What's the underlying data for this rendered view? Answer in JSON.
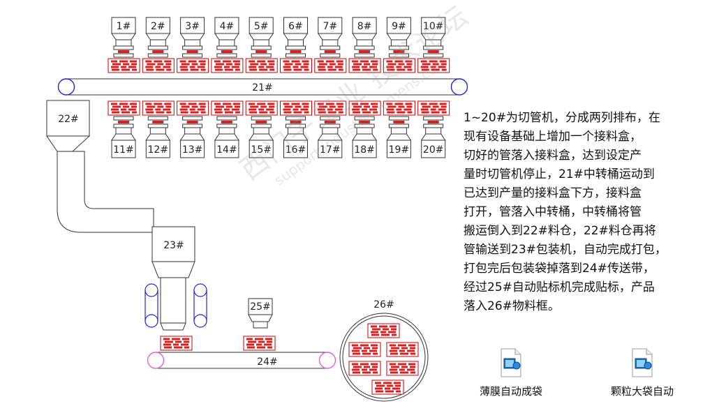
{
  "cutters_top": [
    "1#",
    "2#",
    "3#",
    "4#",
    "5#",
    "6#",
    "7#",
    "8#",
    "9#",
    "10#"
  ],
  "cutters_bottom": [
    "11#",
    "12#",
    "13#",
    "14#",
    "15#",
    "16#",
    "17#",
    "18#",
    "19#",
    "20#"
  ],
  "conveyor21_label": "21#",
  "hopper22_label": "22#",
  "packer23_label": "23#",
  "conveyor24_label": "24#",
  "labeler25_label": "25#",
  "bin26_label": "26#",
  "description": [
    "1~20#为切管机，分成两列排布，在",
    "现有设备基础上增加一个接料盒，",
    "切好的管落入接料盒，达到设定产",
    "量时切管机停止，21#中转桶运动到",
    "已达到产量的接料盒下方，接料盒",
    "打开，管落入中转桶，中转桶将管",
    "搬运倒入到22#料仓，22#料仓再将",
    "管输送到23#包装机，自动完成打包，",
    "打包完后包装袋掉落到24#传送带，",
    "经过25#自动贴标机完成贴标，产品",
    "落入26#物料框。"
  ],
  "files": [
    {
      "label": "薄膜自动成袋",
      "icon": "video-file-icon"
    },
    {
      "label": "颗粒大袋自动",
      "icon": "video-file-icon"
    }
  ],
  "watermark": {
    "line1": "西门子工业  技术论坛",
    "line2": "support.industry.siemens.com"
  },
  "colors": {
    "blue": "#2222dd",
    "magenta": "#e060e0",
    "red": "#d42020",
    "line": "#333333"
  }
}
